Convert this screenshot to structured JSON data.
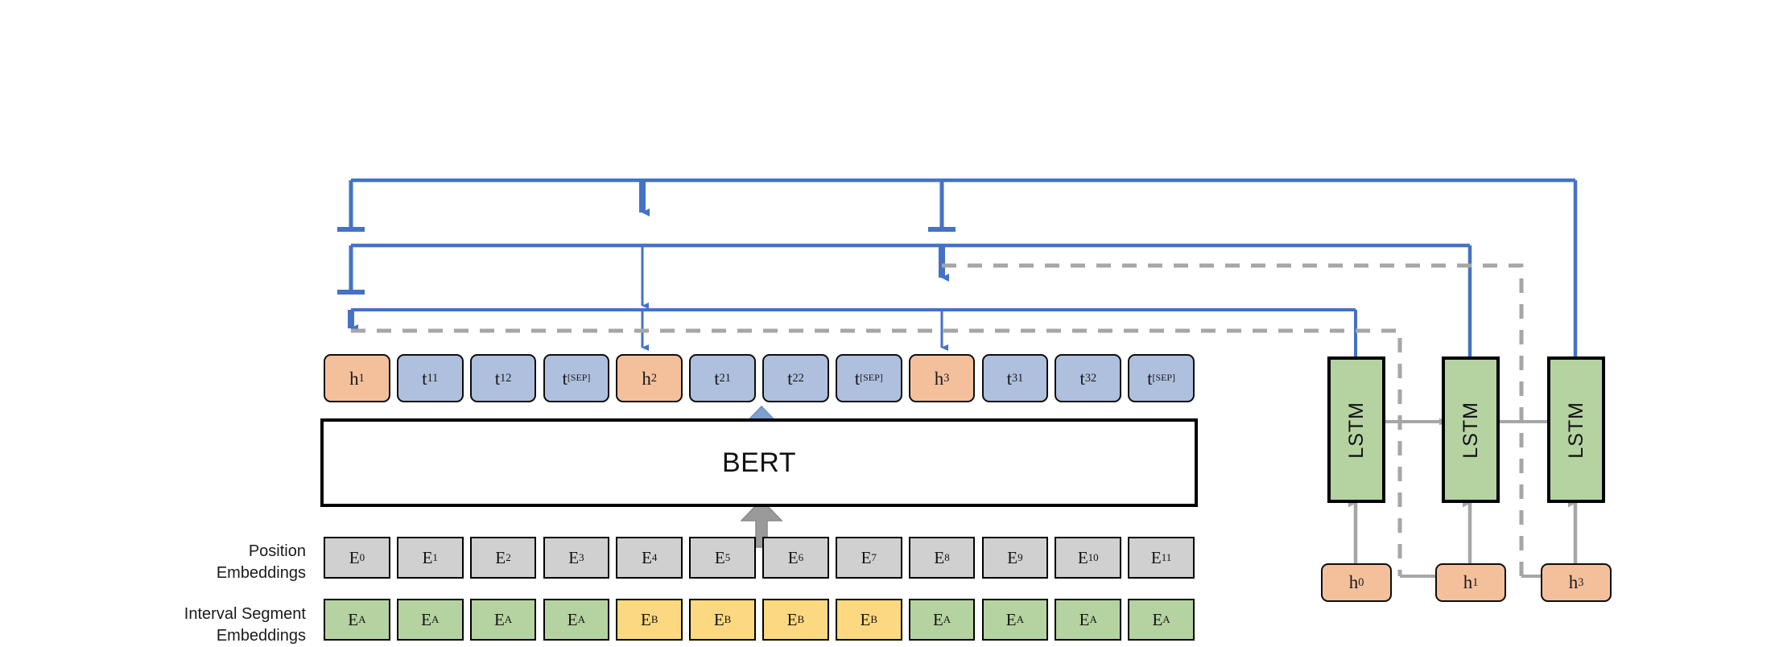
{
  "figure": {
    "type": "architecture-diagram",
    "title": "BERT + LSTM interval encoder architecture"
  },
  "encoder": {
    "label": "BERT"
  },
  "token_row": {
    "name": "bert-output-token-row",
    "tokens": [
      {
        "id": "h1",
        "base": "h",
        "sub": "1",
        "kind": "hidden",
        "color": "#f4c09c"
      },
      {
        "id": "t11",
        "base": "t",
        "sub": "11",
        "kind": "token",
        "color": "#aec0de"
      },
      {
        "id": "t12",
        "base": "t",
        "sub": "12",
        "kind": "token",
        "color": "#aec0de"
      },
      {
        "id": "tsep1",
        "base": "t",
        "sub": "[SEP]",
        "kind": "token",
        "color": "#aec0de"
      },
      {
        "id": "h2",
        "base": "h",
        "sub": "2",
        "kind": "hidden",
        "color": "#f4c09c"
      },
      {
        "id": "t21",
        "base": "t",
        "sub": "21",
        "kind": "token",
        "color": "#aec0de"
      },
      {
        "id": "t22",
        "base": "t",
        "sub": "22",
        "kind": "token",
        "color": "#aec0de"
      },
      {
        "id": "tsep2",
        "base": "t",
        "sub": "[SEP]",
        "kind": "token",
        "color": "#aec0de"
      },
      {
        "id": "h3",
        "base": "h",
        "sub": "3",
        "kind": "hidden",
        "color": "#f4c09c"
      },
      {
        "id": "t31",
        "base": "t",
        "sub": "31",
        "kind": "token",
        "color": "#aec0de"
      },
      {
        "id": "t32",
        "base": "t",
        "sub": "32",
        "kind": "token",
        "color": "#aec0de"
      },
      {
        "id": "tsep3",
        "base": "t",
        "sub": "[SEP]",
        "kind": "token",
        "color": "#aec0de"
      }
    ]
  },
  "position_embeddings": {
    "label_line1": "Position",
    "label_line2": "Embeddings",
    "cells": [
      {
        "base": "E",
        "sub": "0"
      },
      {
        "base": "E",
        "sub": "1"
      },
      {
        "base": "E",
        "sub": "2"
      },
      {
        "base": "E",
        "sub": "3"
      },
      {
        "base": "E",
        "sub": "4"
      },
      {
        "base": "E",
        "sub": "5"
      },
      {
        "base": "E",
        "sub": "6"
      },
      {
        "base": "E",
        "sub": "7"
      },
      {
        "base": "E",
        "sub": "8"
      },
      {
        "base": "E",
        "sub": "9"
      },
      {
        "base": "E",
        "sub": "10"
      },
      {
        "base": "E",
        "sub": "11"
      }
    ],
    "color": "#d0d0d0"
  },
  "interval_segment_embeddings": {
    "label_line1": "Interval Segment",
    "label_line2": "Embeddings",
    "cells": [
      {
        "base": "E",
        "sub": "A",
        "seg": "A"
      },
      {
        "base": "E",
        "sub": "A",
        "seg": "A"
      },
      {
        "base": "E",
        "sub": "A",
        "seg": "A"
      },
      {
        "base": "E",
        "sub": "A",
        "seg": "A"
      },
      {
        "base": "E",
        "sub": "B",
        "seg": "B"
      },
      {
        "base": "E",
        "sub": "B",
        "seg": "B"
      },
      {
        "base": "E",
        "sub": "B",
        "seg": "B"
      },
      {
        "base": "E",
        "sub": "B",
        "seg": "B"
      },
      {
        "base": "E",
        "sub": "A",
        "seg": "A"
      },
      {
        "base": "E",
        "sub": "A",
        "seg": "A"
      },
      {
        "base": "E",
        "sub": "A",
        "seg": "A"
      },
      {
        "base": "E",
        "sub": "A",
        "seg": "A"
      }
    ],
    "color_A": "#b5d3a1",
    "color_B": "#fcd980"
  },
  "lstm_chain": {
    "cells": [
      {
        "id": "lstm1",
        "label": "LSTM"
      },
      {
        "id": "lstm2",
        "label": "LSTM"
      },
      {
        "id": "lstm3",
        "label": "LSTM"
      }
    ],
    "color": "#b5d3a1"
  },
  "lstm_inputs": {
    "cells": [
      {
        "id": "h0",
        "base": "h",
        "sub": "0"
      },
      {
        "id": "h1",
        "base": "h",
        "sub": "1"
      },
      {
        "id": "h3",
        "base": "h",
        "sub": "3"
      }
    ],
    "color": "#f4c09c"
  },
  "colors": {
    "routing_blue": "#4472c4",
    "routing_gray": "#a6a6a6",
    "outline": "#0d0d0d",
    "bert_fill": "#ffffff",
    "arrow_blue": "#7f9fd0",
    "arrow_gray": "#9a9a9a"
  }
}
